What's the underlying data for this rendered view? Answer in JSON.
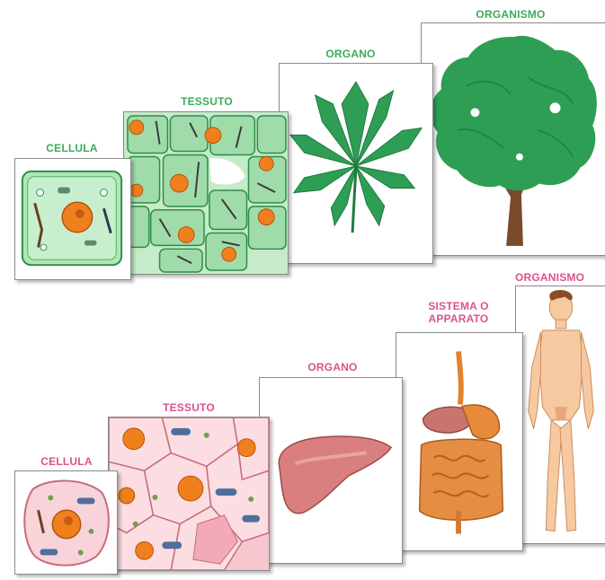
{
  "plant_row": {
    "cell_label": "CELLULA",
    "tissue_label": "TESSUTO",
    "organ_label": "ORGANO",
    "organism_label": "ORGANISMO"
  },
  "animal_row": {
    "cell_label": "CELLULA",
    "tissue_label": "TESSUTO",
    "organ_label": "ORGANO",
    "system_label_line1": "SISTEMA O",
    "system_label_line2": "APPARATO",
    "organism_label": "ORGANISMO"
  },
  "colors": {
    "plant_label": "#3dab5a",
    "animal_label": "#d9538e"
  }
}
